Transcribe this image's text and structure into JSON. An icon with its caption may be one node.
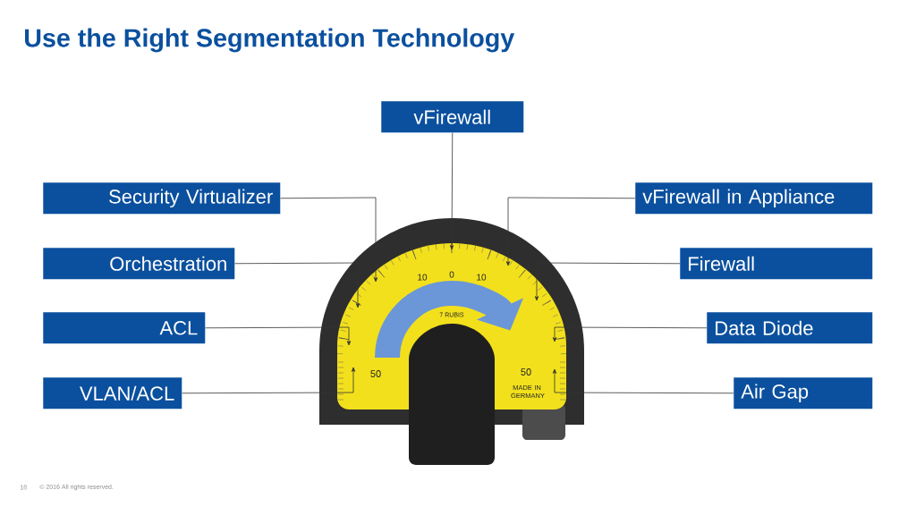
{
  "diagram": {
    "title": "Use the Right Segmentation Technology",
    "nodes": [
      {
        "text": [
          "vFirewall"
        ]
      },
      {
        "text": [
          "Security Virtualizer"
        ]
      },
      {
        "text": [
          "Orchestration"
        ]
      },
      {
        "text": [
          "ACL"
        ]
      },
      {
        "text": [
          "VLAN/ACL"
        ]
      },
      {
        "text": [
          "vFirewall in Appliance"
        ]
      },
      {
        "text": [
          "Firewall"
        ]
      },
      {
        "text": [
          "Data Diode"
        ]
      },
      {
        "text": [
          "Air Gap"
        ]
      }
    ],
    "edges": [
      {
        "from": 0,
        "to": null,
        "arrow": "to"
      },
      {
        "from": 1,
        "to": null,
        "arrow": "to"
      },
      {
        "from": 2,
        "to": null,
        "arrow": "to"
      },
      {
        "from": 3,
        "to": null,
        "arrow": "to"
      },
      {
        "from": 4,
        "to": null,
        "arrow": "to"
      },
      {
        "from": 5,
        "to": null,
        "arrow": "to"
      },
      {
        "from": 6,
        "to": null,
        "arrow": "to"
      },
      {
        "from": 7,
        "to": null,
        "arrow": "to"
      },
      {
        "from": 8,
        "to": null,
        "arrow": "to"
      }
    ],
    "labels": [
      "10",
      "0",
      "10",
      "7 RUBIS",
      "50",
      "50",
      "MADE IN GERMANY",
      "18",
      "© 2016 All rights reserved."
    ]
  }
}
